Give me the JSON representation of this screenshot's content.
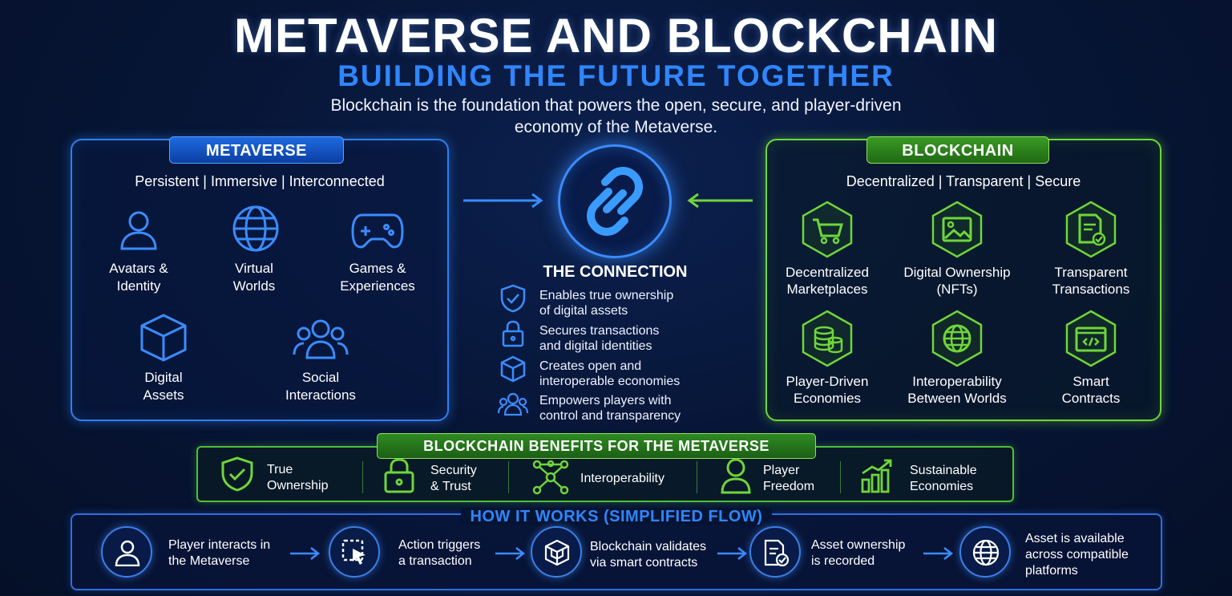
{
  "header": {
    "title": "METAVERSE AND BLOCKCHAIN",
    "subtitle": "BUILDING THE FUTURE TOGETHER",
    "intro_line1": "Blockchain is the foundation that powers the open, secure, and player-driven",
    "intro_line2": "economy of the Metaverse."
  },
  "metaverse": {
    "label": "METAVERSE",
    "tagline": "Persistent | Immersive | Interconnected",
    "items": [
      {
        "line1": "Avatars &",
        "line2": "Identity",
        "icon": "user-icon"
      },
      {
        "line1": "Virtual",
        "line2": "Worlds",
        "icon": "globe-icon"
      },
      {
        "line1": "Games &",
        "line2": "Experiences",
        "icon": "gamepad-icon"
      },
      {
        "line1": "Digital",
        "line2": "Assets",
        "icon": "cube-icon"
      },
      {
        "line1": "Social",
        "line2": "Interactions",
        "icon": "group-icon"
      }
    ]
  },
  "blockchain": {
    "label": "BLOCKCHAIN",
    "tagline": "Decentralized | Transparent | Secure",
    "items": [
      {
        "line1": "Decentralized",
        "line2": "Marketplaces",
        "icon": "cart-icon"
      },
      {
        "line1": "Digital Ownership",
        "line2": "(NFTs)",
        "icon": "image-icon"
      },
      {
        "line1": "Transparent",
        "line2": "Transactions",
        "icon": "document-check-icon"
      },
      {
        "line1": "Player-Driven",
        "line2": "Economies",
        "icon": "coins-icon"
      },
      {
        "line1": "Interoperability",
        "line2": "Between Worlds",
        "icon": "globe-icon"
      },
      {
        "line1": "Smart",
        "line2": "Contracts",
        "icon": "code-window-icon"
      }
    ]
  },
  "connection": {
    "title": "THE CONNECTION",
    "icon": "chain-link-icon",
    "points": [
      {
        "line1": "Enables true ownership",
        "line2": "of digital assets",
        "icon": "shield-check-icon"
      },
      {
        "line1": "Secures transactions",
        "line2": "and digital identities",
        "icon": "lock-icon"
      },
      {
        "line1": "Creates open and",
        "line2": "interoperable economies",
        "icon": "cube-icon"
      },
      {
        "line1": "Empowers players with",
        "line2": "control and transparency",
        "icon": "group-icon"
      }
    ]
  },
  "benefits": {
    "title": "BLOCKCHAIN BENEFITS FOR THE METAVERSE",
    "items": [
      {
        "line1": "True",
        "line2": "Ownership",
        "icon": "shield-check-icon"
      },
      {
        "line1": "Security",
        "line2": "& Trust",
        "icon": "lock-icon"
      },
      {
        "line1": "Interoperability",
        "line2": "",
        "icon": "network-icon"
      },
      {
        "line1": "Player",
        "line2": "Freedom",
        "icon": "user-icon"
      },
      {
        "line1": "Sustainable",
        "line2": "Economies",
        "icon": "growth-chart-icon"
      }
    ]
  },
  "flow": {
    "title": "HOW IT WORKS (SIMPLIFIED FLOW)",
    "steps": [
      {
        "line1": "Player interacts in",
        "line2": "the Metaverse",
        "line3": "",
        "icon": "user-icon"
      },
      {
        "line1": "Action triggers",
        "line2": "a transaction",
        "line3": "",
        "icon": "cursor-click-icon"
      },
      {
        "line1": "Blockchain validates",
        "line2": "via smart contracts",
        "line3": "",
        "icon": "block-icon"
      },
      {
        "line1": "Asset ownership",
        "line2": "is recorded",
        "line3": "",
        "icon": "document-check-icon"
      },
      {
        "line1": "Asset is available",
        "line2": "across compatible",
        "line3": "platforms",
        "icon": "globe-icon"
      }
    ]
  },
  "colors": {
    "accent_blue": "#2f86ff",
    "accent_green": "#6fd63a",
    "background": "#071637"
  }
}
